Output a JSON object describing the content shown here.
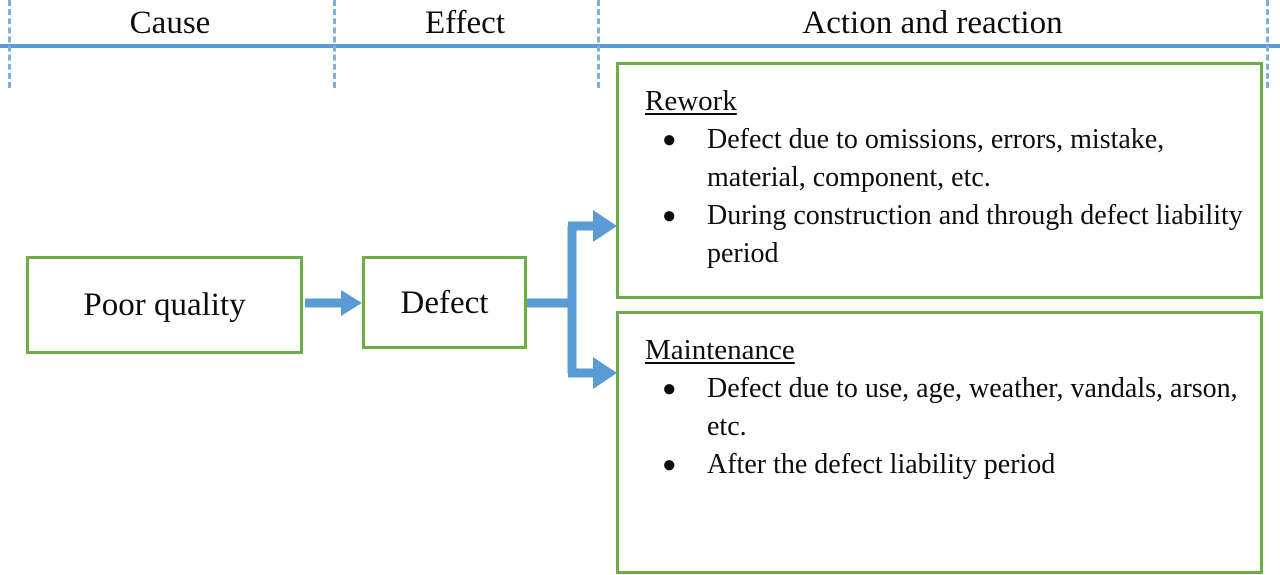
{
  "header": {
    "columns": [
      {
        "label": "Cause"
      },
      {
        "label": "Effect"
      },
      {
        "label": "Action and reaction"
      }
    ]
  },
  "colors": {
    "box_border_green": "#70AD47",
    "arrow_blue": "#5B9BD5",
    "divider_blue": "#7EB0DE",
    "text": "#0D0D0D",
    "background": "#FFFFFF"
  },
  "nodes": {
    "cause": {
      "label": "Poor quality"
    },
    "effect": {
      "label": "Defect"
    }
  },
  "panels": [
    {
      "id": "rework",
      "title": "Rework",
      "bullets": [
        "Defect due to omissions, errors, mistake, material, component, etc.",
        "During construction and through defect liability period"
      ]
    },
    {
      "id": "maintenance",
      "title": "Maintenance ",
      "bullets": [
        "Defect due to use, age, weather, vandals, arson, etc.",
        "After the defect liability period"
      ]
    }
  ],
  "bullet_glyph": "●",
  "connectors": [
    {
      "from": "cause",
      "to": "effect"
    },
    {
      "from": "effect",
      "to": "rework"
    },
    {
      "from": "effect",
      "to": "maintenance"
    }
  ]
}
